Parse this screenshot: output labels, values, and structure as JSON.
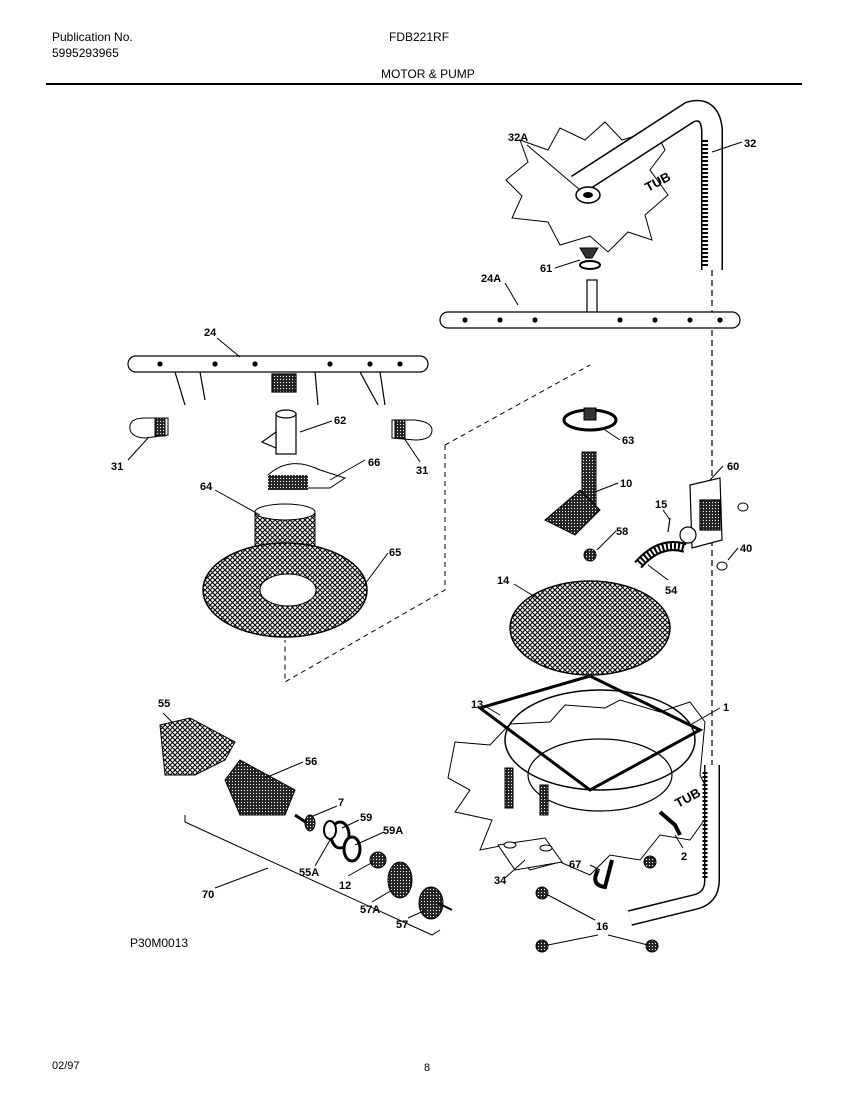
{
  "header": {
    "publication_label": "Publication No.",
    "publication_number": "5995293965",
    "model": "FDB221RF",
    "section": "MOTOR & PUMP"
  },
  "diagram": {
    "tub_text": "TUB",
    "code": "P30M0013",
    "callouts": [
      "32A",
      "32",
      "61",
      "24A",
      "24",
      "62",
      "63",
      "31",
      "66",
      "10",
      "60",
      "64",
      "15",
      "65",
      "58",
      "40",
      "54",
      "14",
      "55",
      "13",
      "1",
      "56",
      "7",
      "59",
      "59A",
      "55A",
      "12",
      "57A",
      "70",
      "57",
      "67",
      "2",
      "34",
      "16"
    ]
  },
  "footer": {
    "date": "02/97",
    "page": "8"
  }
}
